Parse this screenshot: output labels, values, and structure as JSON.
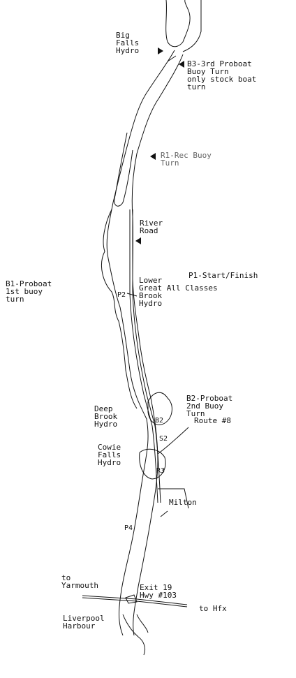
{
  "labels": {
    "big_falls": "Big\nFalls\nHydro",
    "b3": "B3-3rd Proboat\nBuoy Turn\nonly stock boat\nturn",
    "r1": "R1-Rec Buoy\nTurn",
    "river_road": "River\nRoad",
    "b1": "B1-Proboat\n1st buoy\nturn",
    "p1": "P1-Start/Finish",
    "lower_great_brook": "Lower\nGreat All Classes\nBrook\nHydro",
    "p2": "P2",
    "b2": "B2-Proboat\n2nd Buoy\nTurn",
    "route8": "Route #8",
    "deep_brook": "Deep\nBrook\nHydro",
    "b2_point": "B2",
    "s2": "S2",
    "cowie_falls": "Cowie\nFalls\nHydro",
    "r3": "R3",
    "milton": "Milton",
    "p4": "P4",
    "to_yarmouth": "to\nYarmouth",
    "exit19": "Exit 19\nHwy #103",
    "to_hfx": "to Hfx",
    "liverpool": "Liverpool\nHarbour"
  },
  "colors": {
    "ink": "#111111",
    "faded": "#666666"
  }
}
